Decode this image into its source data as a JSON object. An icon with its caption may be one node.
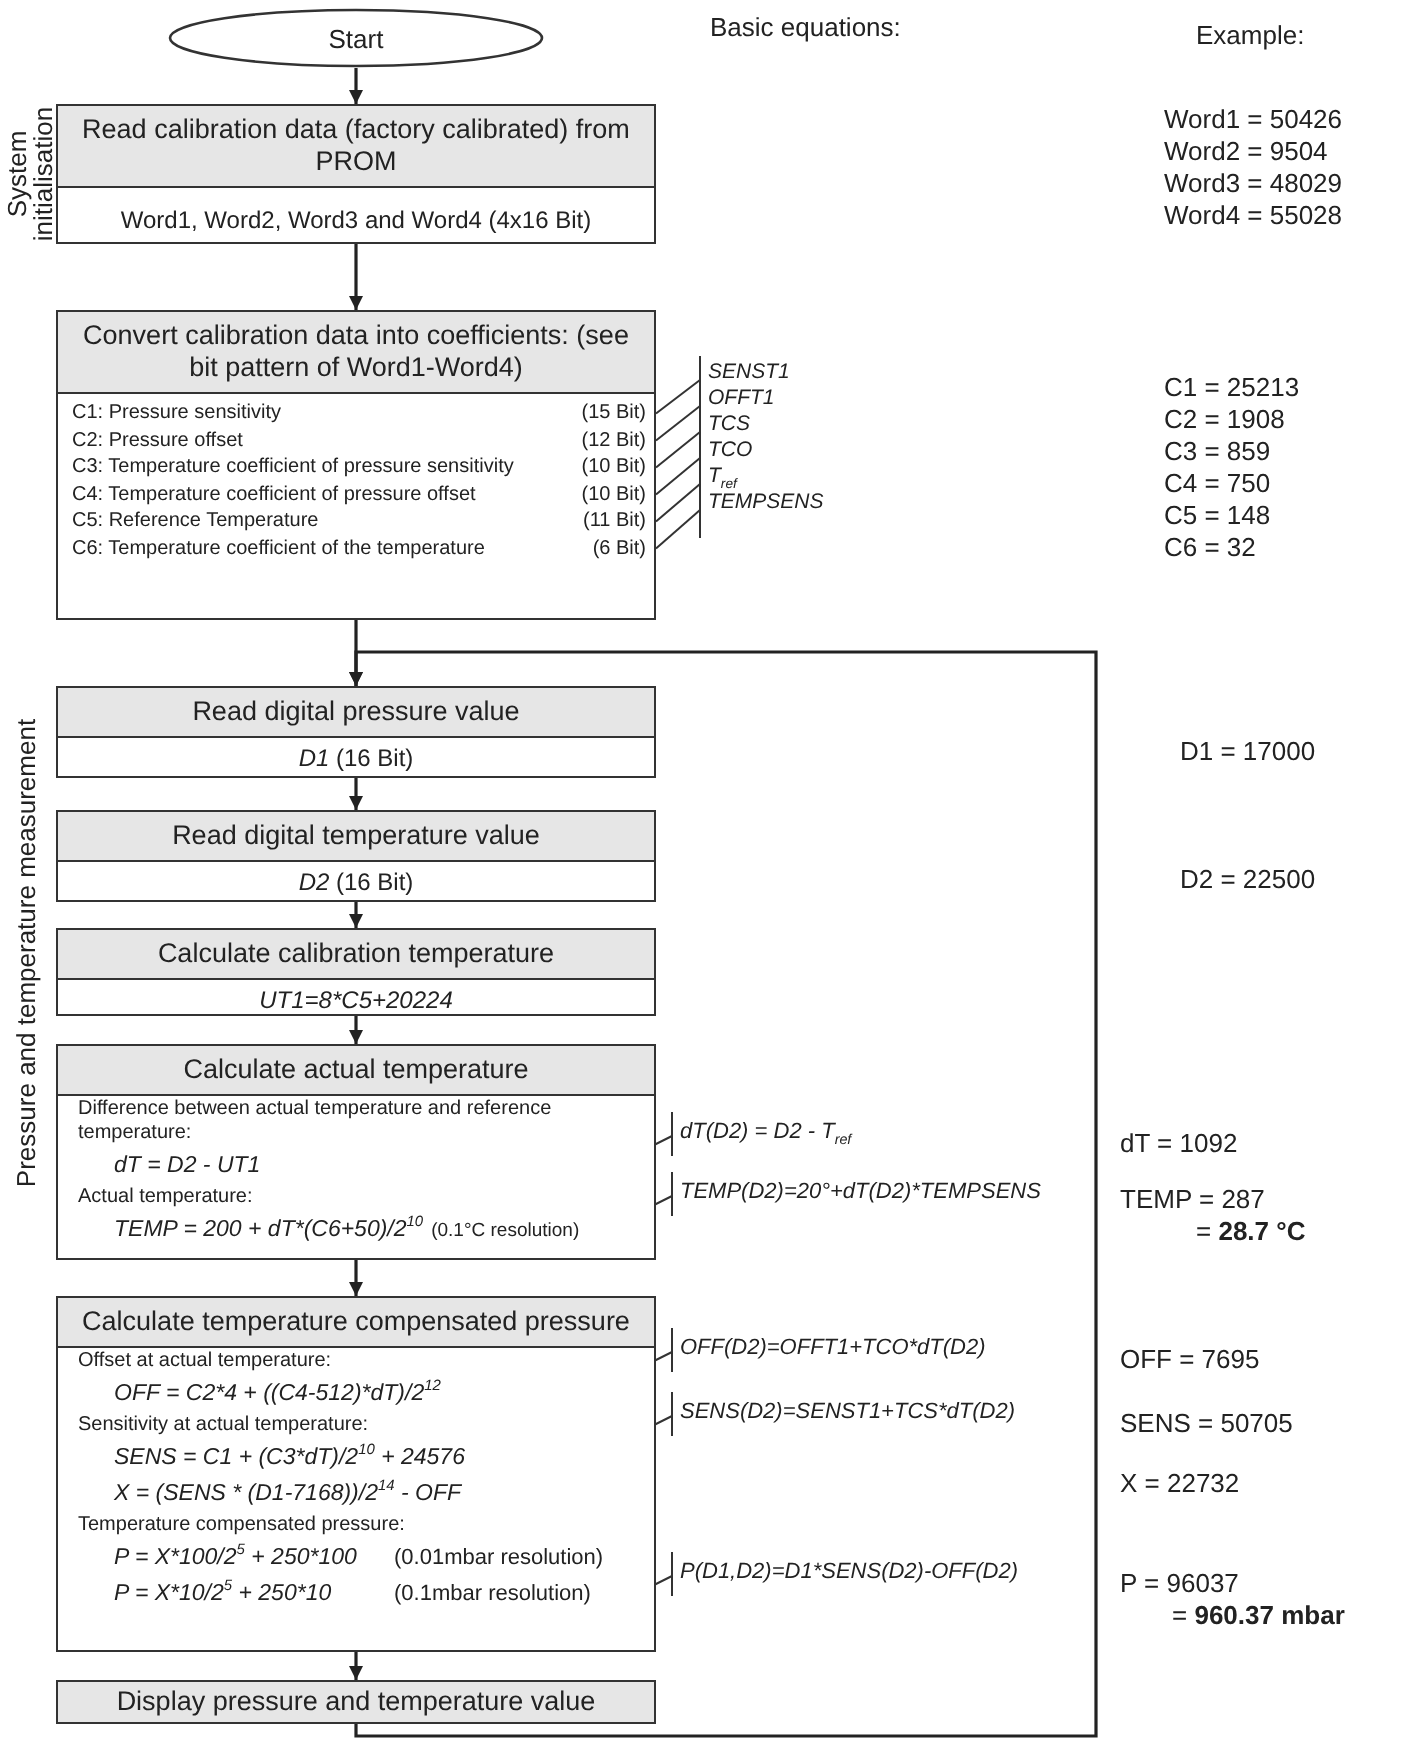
{
  "diagram": {
    "nodes": [
      {
        "text": [
          "Start"
        ]
      },
      {
        "text": [
          "Read calibration data (factory calibrated) from PROM",
          "Word1, Word2, Word3 and Word4 (4x16 Bit)"
        ]
      },
      {
        "text": [
          "Convert calibration data into coefficients: (see bit pattern of Word1-Word4)",
          "C1: Pressure sensitivity",
          "(15 Bit)",
          "C2: Pressure offset",
          "(12 Bit)",
          "C3: Temperature coefficient of pressure sensitivity",
          "(10 Bit)",
          "C4: Temperature coefficient of pressure offset",
          "(10 Bit)",
          "C5: Reference Temperature",
          "(11 Bit)",
          "C6: Temperature coefficient of the temperature",
          "(6 Bit)"
        ]
      },
      {
        "text": [
          "Read digital pressure value",
          "*D1* (16 Bit)"
        ]
      },
      {
        "text": [
          "Read digital temperature value",
          "*D2* (16 Bit)"
        ]
      },
      {
        "text": [
          "Calculate calibration temperature",
          "UT1=8*C5+20224"
        ]
      },
      {
        "text": [
          "Calculate actual temperature",
          "Difference between actual temperature and reference temperature:",
          "dT = D2 - UT1",
          "Actual temperature:",
          "TEMP = 200 + dT*(C6+50)/2$^{10}$",
          "(0.1°C resolution)"
        ]
      },
      {
        "text": [
          "Calculate temperature compensated pressure",
          "Offset at actual temperature:",
          "OFF = C2*4 + ((C4-512)*dT)/2$^{12}$",
          "Sensitivity at actual temperature:",
          "SENS = C1 + (C3*dT)/2$^{10}$ + 24576",
          "X = (SENS * (D1-7168))/2$^{14}$ - OFF",
          "Temperature compensated pressure:",
          "P = X*100/2$^{5}$ + 250*100",
          "(0.01mbar resolution)",
          "P = X*10/2$^{5}$ + 250*10",
          "(0.1mbar resolution)"
        ]
      },
      {
        "text": [
          "Display pressure and temperature value"
        ]
      }
    ],
    "edges": [
      {
        "from": 0,
        "to": 1,
        "arrow": "to"
      },
      {
        "from": 1,
        "to": 2,
        "arrow": "to"
      },
      {
        "from": 2,
        "to": 3,
        "arrow": "to"
      },
      {
        "from": 3,
        "to": 4,
        "arrow": "to"
      },
      {
        "from": 4,
        "to": 5,
        "arrow": "to"
      },
      {
        "from": 5,
        "to": 6,
        "arrow": "to"
      },
      {
        "from": 6,
        "to": 7,
        "arrow": "to"
      },
      {
        "from": 7,
        "to": 8,
        "arrow": "to"
      },
      {
        "from": 8,
        "to": 3,
        "arrow": "to"
      }
    ],
    "labels": [
      "Basic equations:",
      "Example:",
      "System initialisation",
      "Word1 = 50426",
      "Word2 = 9504",
      "Word3 = 48029",
      "Word4 = 55028",
      "SENST1",
      "OFFT1",
      "TCS",
      "TCO",
      "T$_{ref}$",
      "TEMPSENS",
      "C1 = 25213",
      "C2 = 1908",
      "C3 = 859",
      "C4 = 750",
      "C5 = 148",
      "C6 = 32",
      "Pressure and temperature measurement",
      "D1 = 17000",
      "D2 = 22500",
      "dT(D2) = D2 - T$_{ref}$",
      "dT = 1092",
      "TEMP(D2)=20°+dT(D2)*TEMPSENS",
      "TEMP = 287",
      "= **28.7 °C**",
      "OFF(D2)=OFFT1+TCO*dT(D2)",
      "OFF = 7695",
      "SENS(D2)=SENST1+TCS*dT(D2)",
      "SENS = 50705",
      "X = 22732",
      "P(D1,D2)=D1*SENS(D2)-OFF(D2)",
      "P = 96037",
      "= **960.37 mbar**"
    ]
  }
}
